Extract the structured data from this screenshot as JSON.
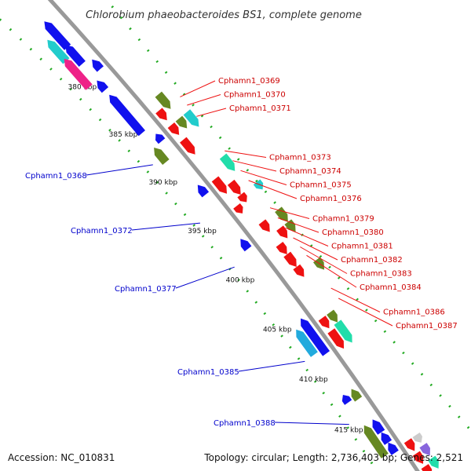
{
  "title": "Chlorobium phaeobacteroides BS1, complete genome",
  "footer": {
    "accession": "Accession: NC_010831",
    "summary": "Topology: circular; Length: 2,736,403 bp; Genes: 2,521"
  },
  "ticks": [
    {
      "label": "380 kbp",
      "t": 0.155
    },
    {
      "label": "385 kbp",
      "t": 0.255
    },
    {
      "label": "390 kbp",
      "t": 0.355
    },
    {
      "label": "395 kbp",
      "t": 0.455
    },
    {
      "label": "400 kbp",
      "t": 0.555
    },
    {
      "label": "405 kbp",
      "t": 0.655
    },
    {
      "label": "410 kbp",
      "t": 0.755
    },
    {
      "label": "415 kbp",
      "t": 0.855
    }
  ],
  "forward_labels": [
    {
      "text": "Cphamn1_0369",
      "t": 0.265
    },
    {
      "text": "Cphamn1_0370",
      "t": 0.282
    },
    {
      "text": "Cphamn1_0371",
      "t": 0.305
    },
    {
      "text": "Cphamn1_0373",
      "t": 0.375
    },
    {
      "text": "Cphamn1_0374",
      "t": 0.395
    },
    {
      "text": "Cphamn1_0375",
      "t": 0.415
    },
    {
      "text": "Cphamn1_0376",
      "t": 0.435
    },
    {
      "text": "Cphamn1_0379",
      "t": 0.49
    },
    {
      "text": "Cphamn1_0380",
      "t": 0.51
    },
    {
      "text": "Cphamn1_0381",
      "t": 0.53
    },
    {
      "text": "Cphamn1_0382",
      "t": 0.55
    },
    {
      "text": "Cphamn1_0383",
      "t": 0.568
    },
    {
      "text": "Cphamn1_0384",
      "t": 0.585
    },
    {
      "text": "Cphamn1_0386",
      "t": 0.65
    },
    {
      "text": "Cphamn1_0387",
      "t": 0.67
    }
  ],
  "reverse_labels": [
    {
      "text": "Cphamn1_0368",
      "t": 0.32
    },
    {
      "text": "Cphamn1_0372",
      "t": 0.44
    },
    {
      "text": "Cphamn1_0377",
      "t": 0.53
    },
    {
      "text": "Cphamn1_0385",
      "t": 0.72
    },
    {
      "text": "Cphamn1_0388",
      "t": 0.845
    }
  ],
  "genes": [
    {
      "t1": 0.06,
      "t2": 0.105,
      "lane": -3,
      "color": "#22cccc"
    },
    {
      "t1": 0.035,
      "t2": 0.09,
      "lane": -2,
      "color": "#1111ee"
    },
    {
      "t1": 0.1,
      "t2": 0.16,
      "lane": -3,
      "color": "#ee2288"
    },
    {
      "t1": 0.085,
      "t2": 0.125,
      "lane": -2,
      "color": "#1111ee"
    },
    {
      "t1": 0.13,
      "t2": 0.15,
      "lane": -1,
      "color": "#1111ee"
    },
    {
      "t1": 0.16,
      "t2": 0.18,
      "lane": -2,
      "color": "#1111ee"
    },
    {
      "t1": 0.19,
      "t2": 0.27,
      "lane": -2,
      "color": "#1111ee"
    },
    {
      "t1": 0.26,
      "t2": 0.28,
      "lane": 1,
      "color": "#ee1111"
    },
    {
      "t1": 0.24,
      "t2": 0.27,
      "lane": 2,
      "color": "#668822"
    },
    {
      "t1": 0.29,
      "t2": 0.31,
      "lane": 1,
      "color": "#ee1111"
    },
    {
      "t1": 0.29,
      "t2": 0.31,
      "lane": 2,
      "color": "#668822"
    },
    {
      "t1": 0.285,
      "t2": 0.3,
      "lane": -1,
      "color": "#1111ee"
    },
    {
      "t1": 0.29,
      "t2": 0.32,
      "lane": 3,
      "color": "#22cccc"
    },
    {
      "t1": 0.3,
      "t2": 0.33,
      "lane": -2,
      "color": "#668822"
    },
    {
      "t1": 0.32,
      "t2": 0.35,
      "lane": 1,
      "color": "#ee1111"
    },
    {
      "t1": 0.39,
      "t2": 0.41,
      "lane": -1,
      "color": "#1111ee"
    },
    {
      "t1": 0.38,
      "t2": 0.41,
      "lane": 3,
      "color": "#22ddaa"
    },
    {
      "t1": 0.4,
      "t2": 0.43,
      "lane": 1,
      "color": "#ee1111"
    },
    {
      "t1": 0.42,
      "t2": 0.445,
      "lane": 2,
      "color": "#ee1111"
    },
    {
      "t1": 0.445,
      "t2": 0.46,
      "lane": 2,
      "color": "#ee1111"
    },
    {
      "t1": 0.445,
      "t2": 0.46,
      "lane": 4,
      "color": "#22cccc"
    },
    {
      "t1": 0.455,
      "t2": 0.47,
      "lane": 1,
      "color": "#ee1111"
    },
    {
      "t1": 0.5,
      "t2": 0.52,
      "lane": -1,
      "color": "#1111ee"
    },
    {
      "t1": 0.5,
      "t2": 0.52,
      "lane": 2,
      "color": "#ee1111"
    },
    {
      "t1": 0.5,
      "t2": 0.525,
      "lane": 4,
      "color": "#668822"
    },
    {
      "t1": 0.525,
      "t2": 0.545,
      "lane": 4,
      "color": "#668822"
    },
    {
      "t1": 0.525,
      "t2": 0.545,
      "lane": 3,
      "color": "#ee1111"
    },
    {
      "t1": 0.545,
      "t2": 0.565,
      "lane": 2,
      "color": "#ee1111"
    },
    {
      "t1": 0.565,
      "t2": 0.59,
      "lane": 2,
      "color": "#ee1111"
    },
    {
      "t1": 0.59,
      "t2": 0.61,
      "lane": 2,
      "color": "#ee1111"
    },
    {
      "t1": 0.6,
      "t2": 0.62,
      "lane": 4,
      "color": "#668822"
    },
    {
      "t1": 0.67,
      "t2": 0.72,
      "lane": -2,
      "color": "#22aadd"
    },
    {
      "t1": 0.66,
      "t2": 0.73,
      "lane": -1,
      "color": "#1111ee"
    },
    {
      "t1": 0.68,
      "t2": 0.7,
      "lane": 1,
      "color": "#ee1111"
    },
    {
      "t1": 0.68,
      "t2": 0.7,
      "lane": 2,
      "color": "#668822"
    },
    {
      "t1": 0.705,
      "t2": 0.74,
      "lane": 1,
      "color": "#ee1111"
    },
    {
      "t1": 0.7,
      "t2": 0.74,
      "lane": 2,
      "color": "#22ddaa"
    },
    {
      "t1": 0.8,
      "t2": 0.82,
      "lane": -1,
      "color": "#668822"
    },
    {
      "t1": 0.8,
      "t2": 0.815,
      "lane": -2,
      "color": "#1111ee"
    },
    {
      "t1": 0.86,
      "t2": 0.92,
      "lane": -2,
      "color": "#668822"
    },
    {
      "t1": 0.86,
      "t2": 0.885,
      "lane": -1,
      "color": "#1111ee"
    },
    {
      "t1": 0.885,
      "t2": 0.905,
      "lane": -1,
      "color": "#1111ee"
    },
    {
      "t1": 0.905,
      "t2": 0.925,
      "lane": -1,
      "color": "#1111ee"
    },
    {
      "t1": 0.92,
      "t2": 0.94,
      "lane": 1,
      "color": "#ee1111"
    },
    {
      "t1": 0.92,
      "t2": 0.935,
      "lane": 2,
      "color": "#cccccc"
    },
    {
      "t1": 0.945,
      "t2": 0.965,
      "lane": 1,
      "color": "#ee1111"
    },
    {
      "t1": 0.94,
      "t2": 0.96,
      "lane": 2,
      "color": "#8866dd"
    },
    {
      "t1": 0.965,
      "t2": 0.985,
      "lane": 2,
      "color": "#22ddaa"
    },
    {
      "t1": 0.97,
      "t2": 0.99,
      "lane": 1,
      "color": "#ee1111"
    }
  ]
}
